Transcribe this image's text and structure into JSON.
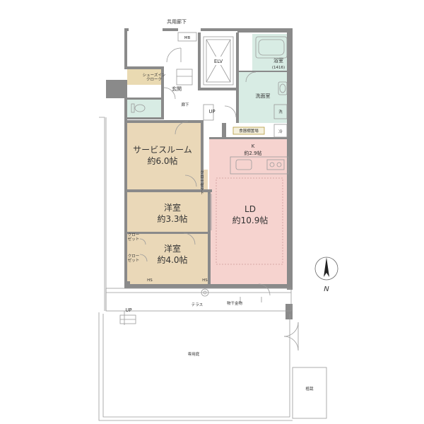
{
  "labels": {
    "corridor": "共用廊下",
    "mb": "MB",
    "elv": "ELV",
    "bath": "浴室",
    "bath_size": "(1416)",
    "washroom": "洗面室",
    "entrance": "玄関",
    "shoe_closet": "シューズイン\nクローク",
    "hallway": "廊下",
    "up_inner": "UP",
    "dish_space": "食器棚置場",
    "fridge": "冷",
    "washer": "洗",
    "service_room": "サービスルーム",
    "service_room_size": "約6.0帖",
    "closet_v": "ク\nロ\nー\nゼ\nッ\nト",
    "kitchen": "K",
    "kitchen_size": "約2.9帖",
    "ld": "LD",
    "ld_size": "約10.9帖",
    "western1": "洋室",
    "western1_size": "約3.3帖",
    "closet1": "クロー\nゼット",
    "western2": "洋室",
    "western2_size": "約4.0帖",
    "closet2": "クロー\nゼット",
    "hs1": "HS",
    "hs2": "HS",
    "terrace": "テラス",
    "laundry_pole": "物干金物",
    "up_outer": "UP",
    "private_garden": "専用庭",
    "planting": "植栽",
    "compass": "N"
  },
  "colors": {
    "service_room": "#ead8b8",
    "western": "#ead8b8",
    "closet": "#ead8b8",
    "ld": "#f6d3cf",
    "wet": "#d8ece4",
    "storage": "#eadab2",
    "walls": "#8a8a8a"
  },
  "icons": [
    "compass-icon",
    "toilet-icon",
    "sink-icon",
    "stove-icon",
    "drain-icon"
  ]
}
